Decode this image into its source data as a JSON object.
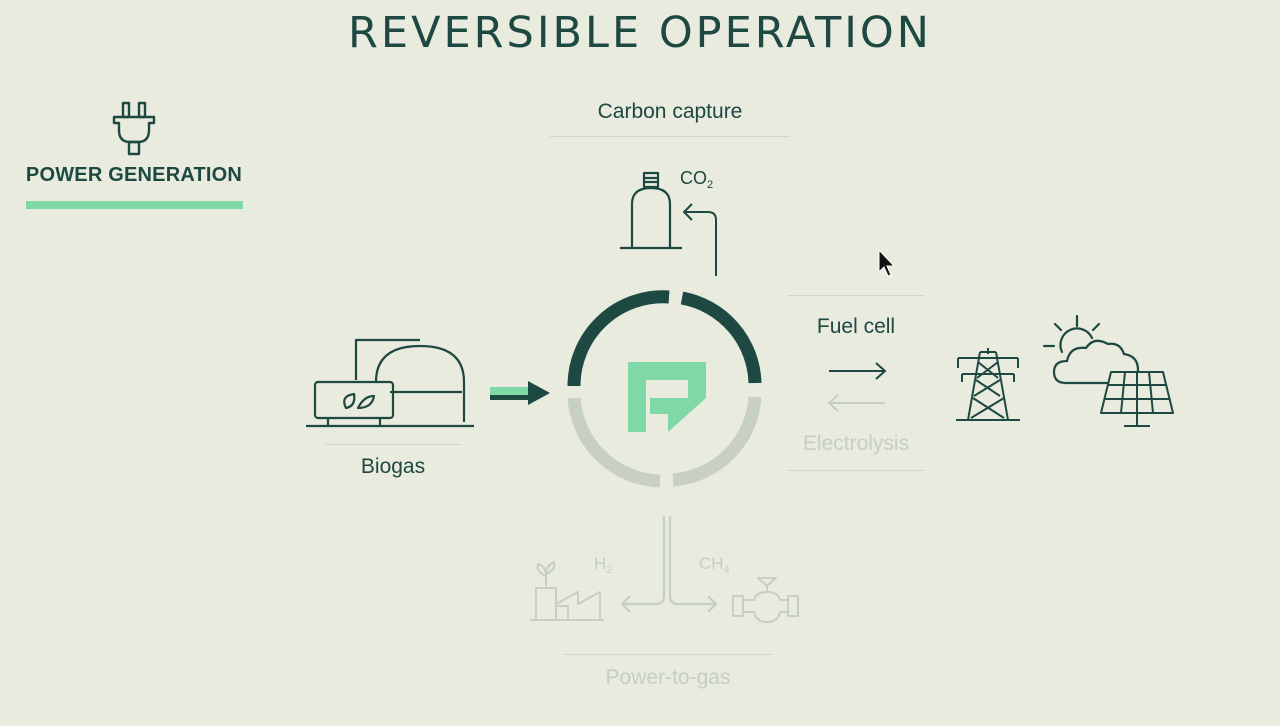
{
  "title": "REVERSIBLE OPERATION",
  "mode": {
    "label": "POWER GENERATION",
    "icon": "plug-icon"
  },
  "nodes": {
    "carbon_capture": "Carbon capture",
    "co2": {
      "main": "CO",
      "sub": "2"
    },
    "biogas": "Biogas",
    "fuel_cell": "Fuel cell",
    "electrolysis": "Electrolysis",
    "h2": {
      "main": "H",
      "sub": "2"
    },
    "ch4": {
      "main": "CH",
      "sub": "4"
    },
    "power_to_gas": "Power-to-gas"
  },
  "icons": [
    "co2-cylinder-icon",
    "biogas-plant-icon",
    "fuel-cell-logo-icon",
    "power-pylon-icon",
    "sun-cloud-icon",
    "solar-panel-icon",
    "factory-icon",
    "gas-valve-icon",
    "cursor-icon"
  ],
  "colors": {
    "background": "#e8ebdd",
    "dark": "#1e4842",
    "accent": "#7ed9a6",
    "faded": "#c5cfc2"
  }
}
